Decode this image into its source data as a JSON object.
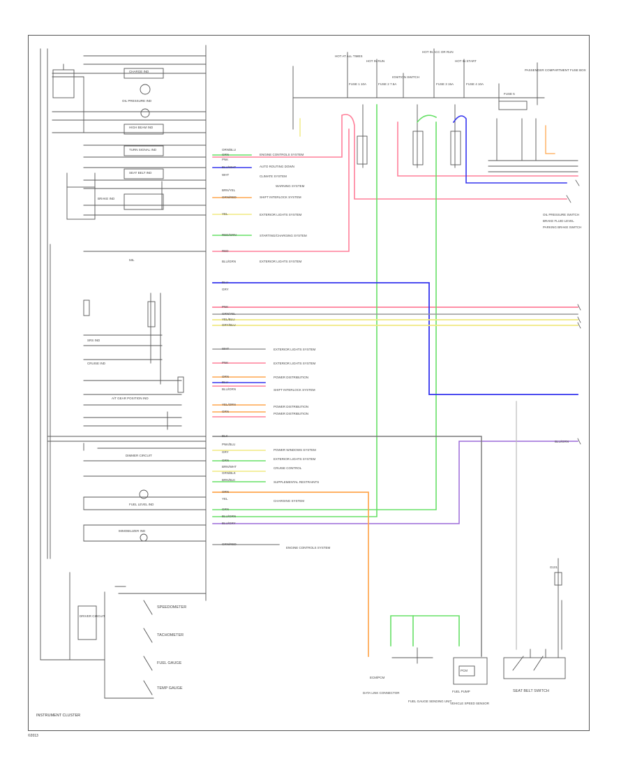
{
  "diagram": {
    "footer_left": "INSTRUMENT CLUSTER",
    "corner_ref": "©2013",
    "colors": {
      "pink": "#ff7f99",
      "green": "#66e066",
      "blue": "#3333ee",
      "orange": "#ffa64d",
      "yellow": "#f0ea80",
      "grey": "#999999",
      "purple": "#9c6ad8",
      "black": "#444444"
    },
    "top_sources": [
      {
        "id": "t1",
        "text": "HOT AT ALL TIMES"
      },
      {
        "id": "t2",
        "text": "HOT IN RUN"
      },
      {
        "id": "t3",
        "text": "HOT IN ACC OR RUN"
      },
      {
        "id": "t4",
        "text": "HOT IN START"
      },
      {
        "id": "t5",
        "text": "IGNITION SWITCH"
      },
      {
        "id": "t6",
        "text": "PASSENGER COMPARTMENT FUSE BOX"
      }
    ],
    "fuses": [
      {
        "id": "f1",
        "text": "FUSE 1 10A"
      },
      {
        "id": "f2",
        "text": "FUSE 2 7.5A"
      },
      {
        "id": "f3",
        "text": "FUSE 3 15A"
      },
      {
        "id": "f4",
        "text": "FUSE 4 10A"
      },
      {
        "id": "f5",
        "text": "FUSE 5"
      }
    ],
    "cluster_items": [
      {
        "id": "c1",
        "text": "CHARGE IND"
      },
      {
        "id": "c2",
        "text": "OIL PRESSURE IND"
      },
      {
        "id": "c3",
        "text": "HIGH BEAM IND"
      },
      {
        "id": "c4",
        "text": "TURN SIGNAL IND"
      },
      {
        "id": "c5",
        "text": "SEAT BELT IND"
      },
      {
        "id": "c6",
        "text": "BRAKE IND"
      },
      {
        "id": "c7",
        "text": "MIL"
      },
      {
        "id": "c8",
        "text": "SRS IND"
      },
      {
        "id": "c9",
        "text": "CRUISE IND"
      },
      {
        "id": "c10",
        "text": "A/T GEAR POSITION IND"
      },
      {
        "id": "c11",
        "text": "DIMMER CIRCUIT"
      },
      {
        "id": "c12",
        "text": "FUEL LEVEL IND"
      },
      {
        "id": "c13",
        "text": "IMMOBILIZER IND"
      },
      {
        "id": "c14",
        "text": "DRIVER CIRCUIT"
      }
    ],
    "gauges": [
      {
        "id": "g1",
        "text": "SPEEDOMETER"
      },
      {
        "id": "g2",
        "text": "TACHOMETER"
      },
      {
        "id": "g3",
        "text": "FUEL GAUGE"
      },
      {
        "id": "g4",
        "text": "TEMP GAUGE"
      }
    ],
    "wire_labels": [
      {
        "id": "w1",
        "text": "ORN/BLU"
      },
      {
        "id": "w2",
        "text": "GRN"
      },
      {
        "id": "w3",
        "text": "PNK"
      },
      {
        "id": "w4",
        "text": "BLU/WHT"
      },
      {
        "id": "w5",
        "text": "WHT"
      },
      {
        "id": "w6",
        "text": "BRN/YEL"
      },
      {
        "id": "w7",
        "text": "GRN/RED"
      },
      {
        "id": "w8",
        "text": "YEL"
      },
      {
        "id": "w9",
        "text": "RED/GRN"
      },
      {
        "id": "w10",
        "text": "RED"
      },
      {
        "id": "w11",
        "text": "BLU/GRN"
      },
      {
        "id": "w12",
        "text": "BLU"
      },
      {
        "id": "w13",
        "text": "GRY"
      },
      {
        "id": "w14",
        "text": "PNK"
      },
      {
        "id": "w15",
        "text": "GRN/YEL"
      },
      {
        "id": "w16",
        "text": "YEL/BLU"
      },
      {
        "id": "w17",
        "text": "GRY/BLU"
      },
      {
        "id": "w18",
        "text": "WHT"
      },
      {
        "id": "w19",
        "text": "PNK"
      },
      {
        "id": "w20",
        "text": "ORN"
      },
      {
        "id": "w21",
        "text": "BLU"
      },
      {
        "id": "w22",
        "text": "BLU/ORN"
      },
      {
        "id": "w23",
        "text": "YEL/ORN"
      },
      {
        "id": "w24",
        "text": "GRN"
      },
      {
        "id": "w25",
        "text": "BLK"
      },
      {
        "id": "w26",
        "text": "PNK/BLU"
      },
      {
        "id": "w27",
        "text": "GRY"
      },
      {
        "id": "w28",
        "text": "GRN"
      },
      {
        "id": "w29",
        "text": "BRN/WHT"
      },
      {
        "id": "w30",
        "text": "GRN/BLK"
      },
      {
        "id": "w31",
        "text": "BRN/BLK"
      },
      {
        "id": "w32",
        "text": "ORN"
      },
      {
        "id": "w33",
        "text": "YEL"
      },
      {
        "id": "w34",
        "text": "GRN"
      },
      {
        "id": "w35",
        "text": "BLU/GRN"
      },
      {
        "id": "w36",
        "text": "BLU/GRN"
      },
      {
        "id": "w37",
        "text": "BLU/GRY"
      },
      {
        "id": "w38",
        "text": "GRN/RED"
      }
    ],
    "system_notes": [
      {
        "id": "s1",
        "text": "ENGINE CONTROLS SYSTEM"
      },
      {
        "id": "s2",
        "text": "AUTO ROUTING DOWN"
      },
      {
        "id": "s3",
        "text": "CLIMATE SYSTEM"
      },
      {
        "id": "s4",
        "text": "WARNING SYSTEM"
      },
      {
        "id": "s5",
        "text": "SHIFT INTERLOCK SYSTEM"
      },
      {
        "id": "s6",
        "text": "EXTERIOR LIGHTS SYSTEM"
      },
      {
        "id": "s7",
        "text": "STARTING/CHARGING SYSTEM"
      },
      {
        "id": "s8",
        "text": "EXTERIOR LIGHTS SYSTEM"
      },
      {
        "id": "s9",
        "text": "EXTERIOR LIGHTS SYSTEM"
      },
      {
        "id": "s10",
        "text": "EXTERIOR LIGHTS SYSTEM"
      },
      {
        "id": "s11",
        "text": "POWER DISTRIBUTION"
      },
      {
        "id": "s12",
        "text": "SHIFT INTERLOCK SYSTEM"
      },
      {
        "id": "s13",
        "text": "POWER DISTRIBUTION"
      },
      {
        "id": "s14",
        "text": "POWER DISTRIBUTION"
      },
      {
        "id": "s15",
        "text": "POWER WINDOWS SYSTEM"
      },
      {
        "id": "s16",
        "text": "EXTERIOR LIGHTS SYSTEM"
      },
      {
        "id": "s17",
        "text": "CRUISE CONTROL"
      },
      {
        "id": "s18",
        "text": "SUPPLEMENTAL RESTRAINTS"
      },
      {
        "id": "s19",
        "text": "CHARGING SYSTEM"
      },
      {
        "id": "s20",
        "text": "ENGINE CONTROLS SYSTEM"
      }
    ],
    "right_side": [
      {
        "id": "r1",
        "text": "OIL PRESSURE SWITCH"
      },
      {
        "id": "r2",
        "text": "BRAKE FLUID LEVEL"
      },
      {
        "id": "r3",
        "text": "PARKING BRAKE SWITCH"
      },
      {
        "id": "r4",
        "text": "SEAT BELT SWITCH"
      },
      {
        "id": "r5",
        "text": "G101"
      }
    ],
    "bottom_components": [
      {
        "id": "b1",
        "text": "ECM/PCM"
      },
      {
        "id": "b2",
        "text": "DATA LINK CONNECTOR"
      },
      {
        "id": "b3",
        "text": "FUEL GAUGE SENDING UNIT"
      },
      {
        "id": "b4",
        "text": "FUEL PUMP"
      },
      {
        "id": "b5",
        "text": "VEHICLE SPEED SENSOR"
      },
      {
        "id": "b6",
        "text": "PCM"
      }
    ]
  }
}
